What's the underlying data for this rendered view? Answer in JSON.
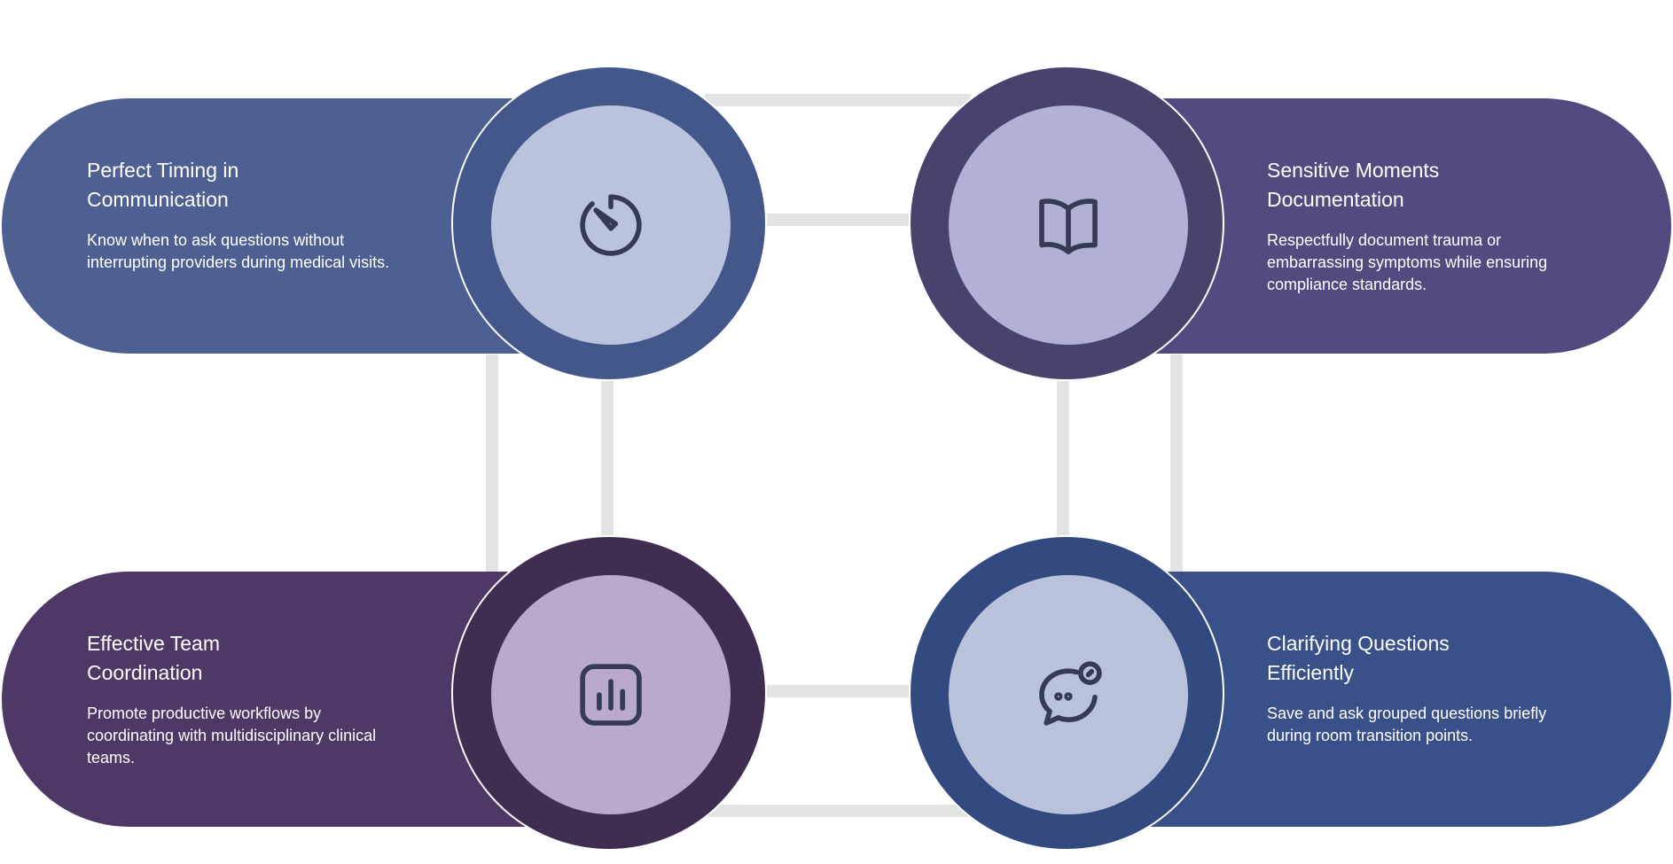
{
  "cards": [
    {
      "id": "timing",
      "title": "Perfect Timing in Communication",
      "description": "Know when to ask questions without interrupting providers during medical visits.",
      "icon": "stopwatch-icon",
      "color": "#4e6091"
    },
    {
      "id": "sensitive",
      "title": "Sensitive Moments Documentation",
      "description": "Respectfully document trauma or embarrassing symptoms while ensuring compliance standards.",
      "icon": "open-book-icon",
      "color": "#534a80"
    },
    {
      "id": "team",
      "title": "Effective Team Coordination",
      "description": "Promote productive workflows by coordinating with multidisciplinary clinical teams.",
      "icon": "bar-chart-icon",
      "color": "#4e3866"
    },
    {
      "id": "questions",
      "title": "Clarifying Questions Efficiently",
      "description": "Save and ask grouped questions briefly during room transition points.",
      "icon": "chat-bubble-icon",
      "color": "#3a5088"
    }
  ],
  "connector_color": "#e1e4e3",
  "icon_stroke": "#353a55"
}
